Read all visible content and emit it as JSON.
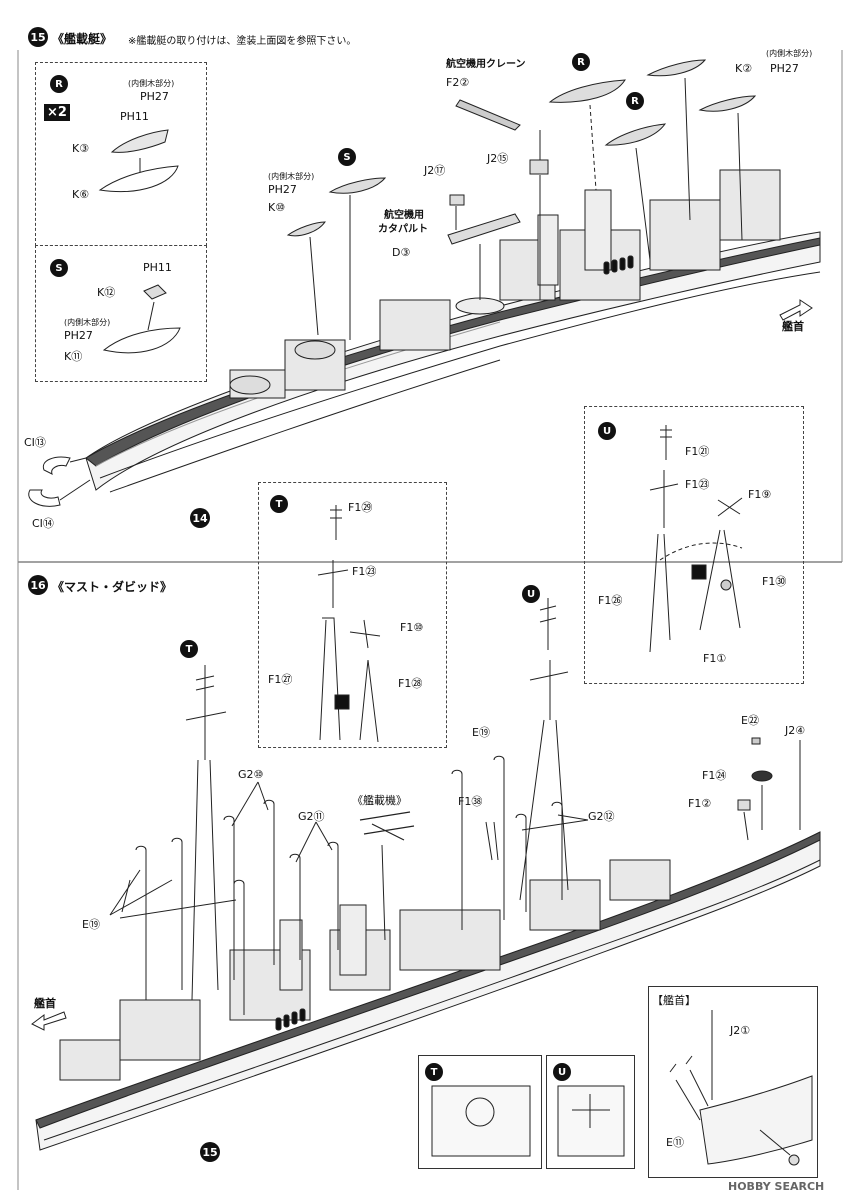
{
  "step15": {
    "number": "15",
    "title": "《艦載艇》",
    "note": "※艦載艇の取り付けは、塗装上面図を参照下さい。",
    "inset_R": {
      "badge": "R",
      "multiplier": "×2",
      "wood_note": "(内側木部分)",
      "ph27": "PH27",
      "ph11": "PH11",
      "k3": "K③",
      "k6": "K⑥"
    },
    "inset_S": {
      "badge": "S",
      "ph11": "PH11",
      "k12": "K⑫",
      "wood_note": "(内側木部分)",
      "ph27": "PH27",
      "k11": "K⑪"
    },
    "labels": {
      "crane_title": "航空機用クレーン",
      "f2_2": "F2②",
      "r_badge_1": "R",
      "r_badge_2": "R",
      "s_badge": "S",
      "k2": "K②",
      "ph27_top": "PH27",
      "wood_top": "(内側木部分)",
      "j2_17": "J2⑰",
      "j2_15": "J2⑮",
      "catapult_1": "航空機用",
      "catapult_2": "カタパルト",
      "d3": "D③",
      "wood_left": "(内側木部分)",
      "ph27_left": "PH27",
      "k10": "K⑩",
      "bow": "艦首",
      "ci13": "CI⑬",
      "ci14": "CI⑭",
      "next_step": "14"
    }
  },
  "inset_T": {
    "badge": "T",
    "f1_29": "F1㉙",
    "f1_23": "F1㉓",
    "f1_10": "F1⑩",
    "f1_27": "F1㉗",
    "f1_28": "F1㉘"
  },
  "inset_U": {
    "badge": "U",
    "f1_21": "F1㉑",
    "f1_23": "F1㉓",
    "f1_9": "F1⑨",
    "f1_26": "F1㉖",
    "f1_30": "F1㉚",
    "f1_1": "F1①"
  },
  "step16": {
    "number": "16",
    "title": "《マスト・ダビッド》",
    "labels": {
      "t_badge": "T",
      "u_badge": "U",
      "e19_top": "E⑲",
      "f1_38": "F1㊳",
      "g2_10": "G2⑩",
      "g2_11": "G2⑪",
      "aircraft": "《艦載機》",
      "g2_12": "G2⑫",
      "e19_left": "E⑲",
      "e22": "E㉒",
      "j2_4": "J2④",
      "f1_24": "F1㉔",
      "f1_2": "F1②",
      "bow": "艦首",
      "next_step": "15"
    },
    "bow_inset": {
      "title": "【艦首】",
      "j2_1": "J2①",
      "e11": "E⑪"
    },
    "ref_T": "T",
    "ref_U": "U"
  },
  "watermark": "HOBBY SEARCH"
}
